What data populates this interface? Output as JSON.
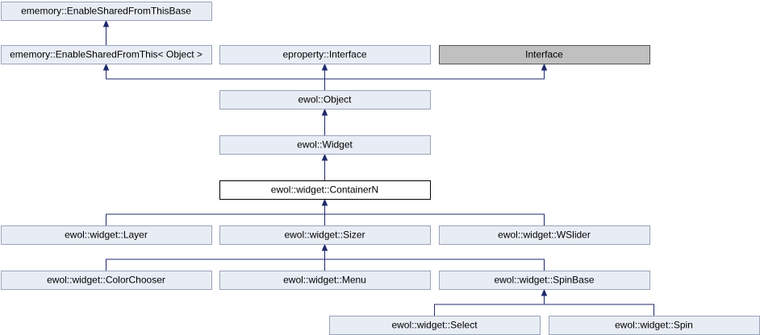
{
  "diagram": {
    "type": "class-inheritance-graph",
    "nodes": [
      {
        "id": "n1",
        "label": "ememory::EnableSharedFromThisBase"
      },
      {
        "id": "n2",
        "label": "ememory::EnableSharedFromThis< Object >"
      },
      {
        "id": "n3",
        "label": "eproperty::Interface"
      },
      {
        "id": "n4",
        "label": "Interface",
        "style": "gray"
      },
      {
        "id": "n5",
        "label": "ewol::Object"
      },
      {
        "id": "n6",
        "label": "ewol::Widget"
      },
      {
        "id": "n7",
        "label": "ewol::widget::ContainerN",
        "style": "white"
      },
      {
        "id": "n8",
        "label": "ewol::widget::Layer"
      },
      {
        "id": "n9",
        "label": "ewol::widget::Sizer"
      },
      {
        "id": "n10",
        "label": "ewol::widget::WSlider"
      },
      {
        "id": "n11",
        "label": "ewol::widget::ColorChooser"
      },
      {
        "id": "n12",
        "label": "ewol::widget::Menu"
      },
      {
        "id": "n13",
        "label": "ewol::widget::SpinBase"
      },
      {
        "id": "n14",
        "label": "ewol::widget::Select"
      },
      {
        "id": "n15",
        "label": "ewol::widget::Spin"
      }
    ],
    "edges": [
      {
        "from": "n2",
        "to": "n1"
      },
      {
        "from": "n5",
        "to": "n2"
      },
      {
        "from": "n5",
        "to": "n3"
      },
      {
        "from": "n5",
        "to": "n4"
      },
      {
        "from": "n6",
        "to": "n5"
      },
      {
        "from": "n7",
        "to": "n6"
      },
      {
        "from": "n8",
        "to": "n7"
      },
      {
        "from": "n9",
        "to": "n7"
      },
      {
        "from": "n10",
        "to": "n7"
      },
      {
        "from": "n11",
        "to": "n9"
      },
      {
        "from": "n12",
        "to": "n9"
      },
      {
        "from": "n13",
        "to": "n9"
      },
      {
        "from": "n14",
        "to": "n13"
      },
      {
        "from": "n15",
        "to": "n13"
      }
    ]
  }
}
